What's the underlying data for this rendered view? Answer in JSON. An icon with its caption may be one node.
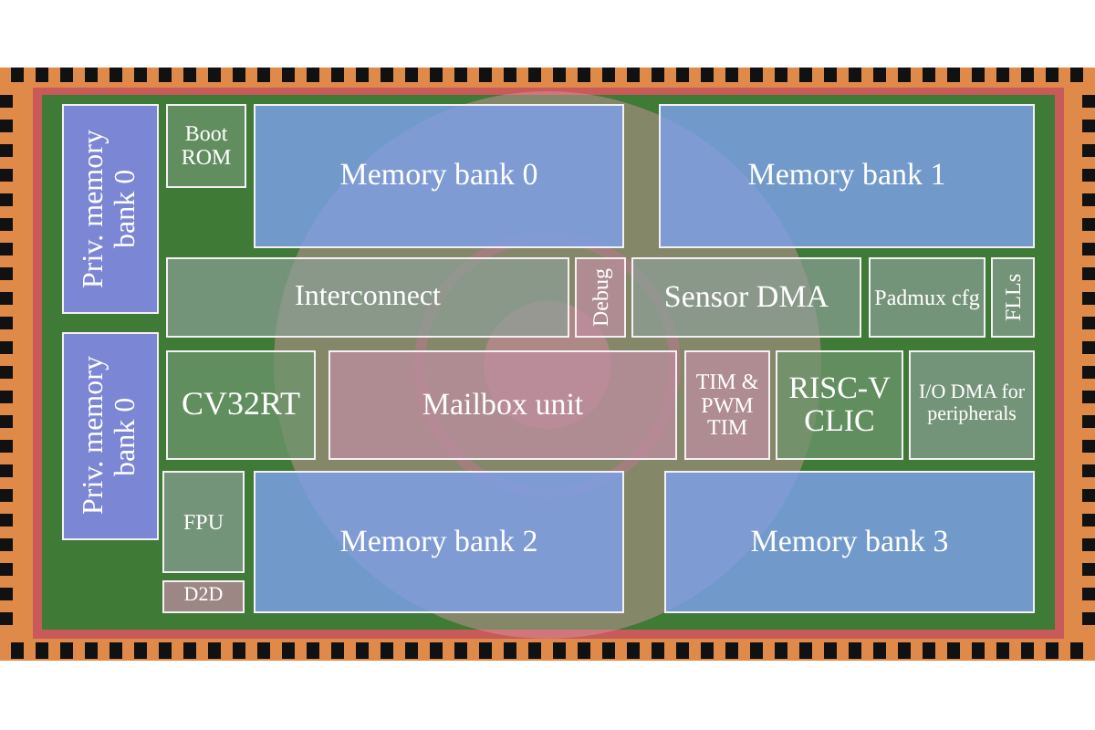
{
  "diagram": {
    "nodes": [
      {
        "text": [
          "Priv. memory bank 0"
        ]
      },
      {
        "text": [
          "Boot ROM"
        ]
      },
      {
        "text": [
          "Memory bank 0"
        ]
      },
      {
        "text": [
          "Memory bank 1"
        ]
      },
      {
        "text": [
          "Interconnect"
        ]
      },
      {
        "text": [
          "Debug"
        ]
      },
      {
        "text": [
          "Sensor DMA"
        ]
      },
      {
        "text": [
          "Padmux cfg"
        ]
      },
      {
        "text": [
          "FLLs"
        ]
      },
      {
        "text": [
          "Priv. memory bank 0"
        ]
      },
      {
        "text": [
          "CV32RT"
        ]
      },
      {
        "text": [
          "Mailbox unit"
        ]
      },
      {
        "text": [
          "TIM & PWM TIM"
        ]
      },
      {
        "text": [
          "RISC-V CLIC"
        ]
      },
      {
        "text": [
          "I/O DMA for peripherals"
        ]
      },
      {
        "text": [
          "FPU"
        ]
      },
      {
        "text": [
          "Memory bank 2"
        ]
      },
      {
        "text": [
          "Memory bank 3"
        ]
      },
      {
        "text": [
          "D2D"
        ]
      }
    ]
  }
}
